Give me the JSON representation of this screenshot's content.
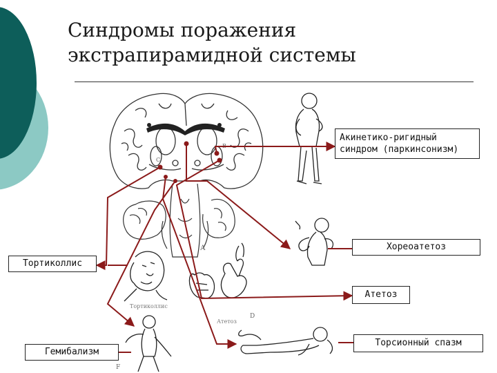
{
  "title": {
    "line1": "Синдромы поражения",
    "line2": "экстрапирамидной системы"
  },
  "labels": {
    "akinetic": "Акинетико-ригидный синдром (паркинсонизм)",
    "choreo": "Хореоатетоз",
    "torti": "Тортиколлис",
    "athetosis": "Атетоз",
    "hemiballism": "Гемибализм",
    "torsion": "Торсионный спазм"
  },
  "figure_captions": {
    "torti_caption": "Тортиколлис",
    "athetosis_caption": "Атетоз",
    "letter_a": "А",
    "letter_d": "D",
    "letter_f": "F",
    "letter_b": "В",
    "letter_c": "С"
  },
  "colors": {
    "arrow": "#8b1a1a",
    "teal_dark": "#0d5e5a",
    "teal_light": "#8cc9c4"
  }
}
